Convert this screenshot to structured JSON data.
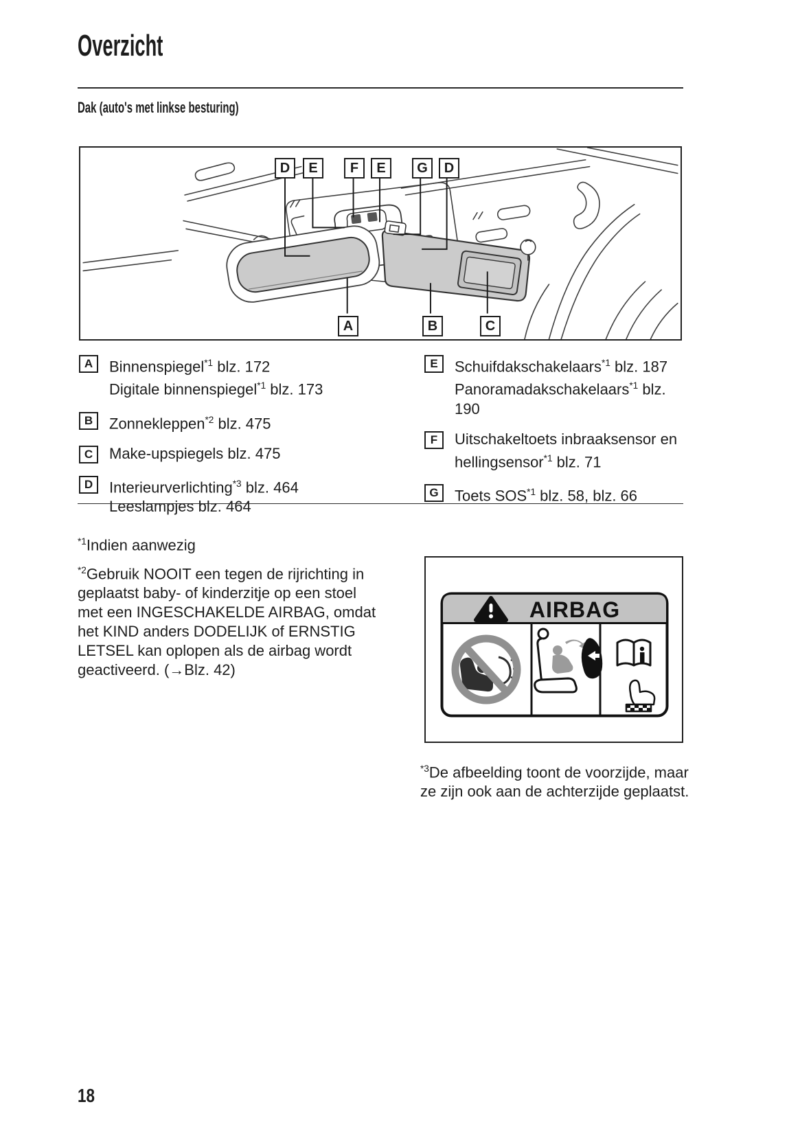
{
  "page": {
    "title": "Overzicht",
    "section_heading": "Dak (auto's met linkse besturing)",
    "page_number": "18"
  },
  "diagram": {
    "top_callouts": [
      "D",
      "E",
      "F",
      "E",
      "G",
      "D"
    ],
    "bottom_callouts": [
      "A",
      "B",
      "C"
    ]
  },
  "legend": {
    "left": [
      {
        "key": "A",
        "lines": [
          "Binnenspiegel^*1^ blz. 172",
          "Digitale binnenspiegel^*1^ blz. 173"
        ]
      },
      {
        "key": "B",
        "lines": [
          "Zonnekleppen^*2^ blz. 475"
        ]
      },
      {
        "key": "C",
        "lines": [
          "Make-upspiegels blz. 475"
        ]
      },
      {
        "key": "D",
        "lines": [
          "Interieurverlichting^*3^ blz. 464",
          "Leeslampjes blz. 464"
        ]
      }
    ],
    "right": [
      {
        "key": "E",
        "lines": [
          "Schuifdakschakelaars^*1^ blz. 187",
          "Panoramadakschakelaars^*1^ blz. 190"
        ]
      },
      {
        "key": "F",
        "lines": [
          "Uitschakeltoets inbraaksensor en",
          "hellingsensor^*1^ blz. 71"
        ]
      },
      {
        "key": "G",
        "lines": [
          "Toets SOS^*1^ blz. 58, blz. 66"
        ]
      }
    ]
  },
  "footnotes": [
    {
      "marker": "*1",
      "text": "Indien aanwezig"
    },
    {
      "marker": "*2",
      "text": "Gebruik NOOIT een tegen de rijrichting in geplaatst baby- of kinderzitje op een stoel met een INGESCHAKELDE AIRBAG, omdat het KIND anders DODELIJK of ERNSTIG LETSEL kan oplopen als de airbag wordt geactiveerd. (→Blz. 42)"
    },
    {
      "marker": "*3",
      "text": "De afbeelding toont de voorzijde, maar ze zijn ook aan de achterzijde geplaatst."
    }
  ],
  "airbag_label": {
    "title": "AIRBAG",
    "icons": [
      "warning-triangle",
      "no-rear-facing-child-seat",
      "airbag-deployment-seat",
      "read-manual"
    ]
  },
  "colors": {
    "text": "#1c1c1c",
    "diagram_gray": "#cbcbcb",
    "label_header_gray": "#c2c2c2",
    "prohibition_gray": "#909090"
  }
}
